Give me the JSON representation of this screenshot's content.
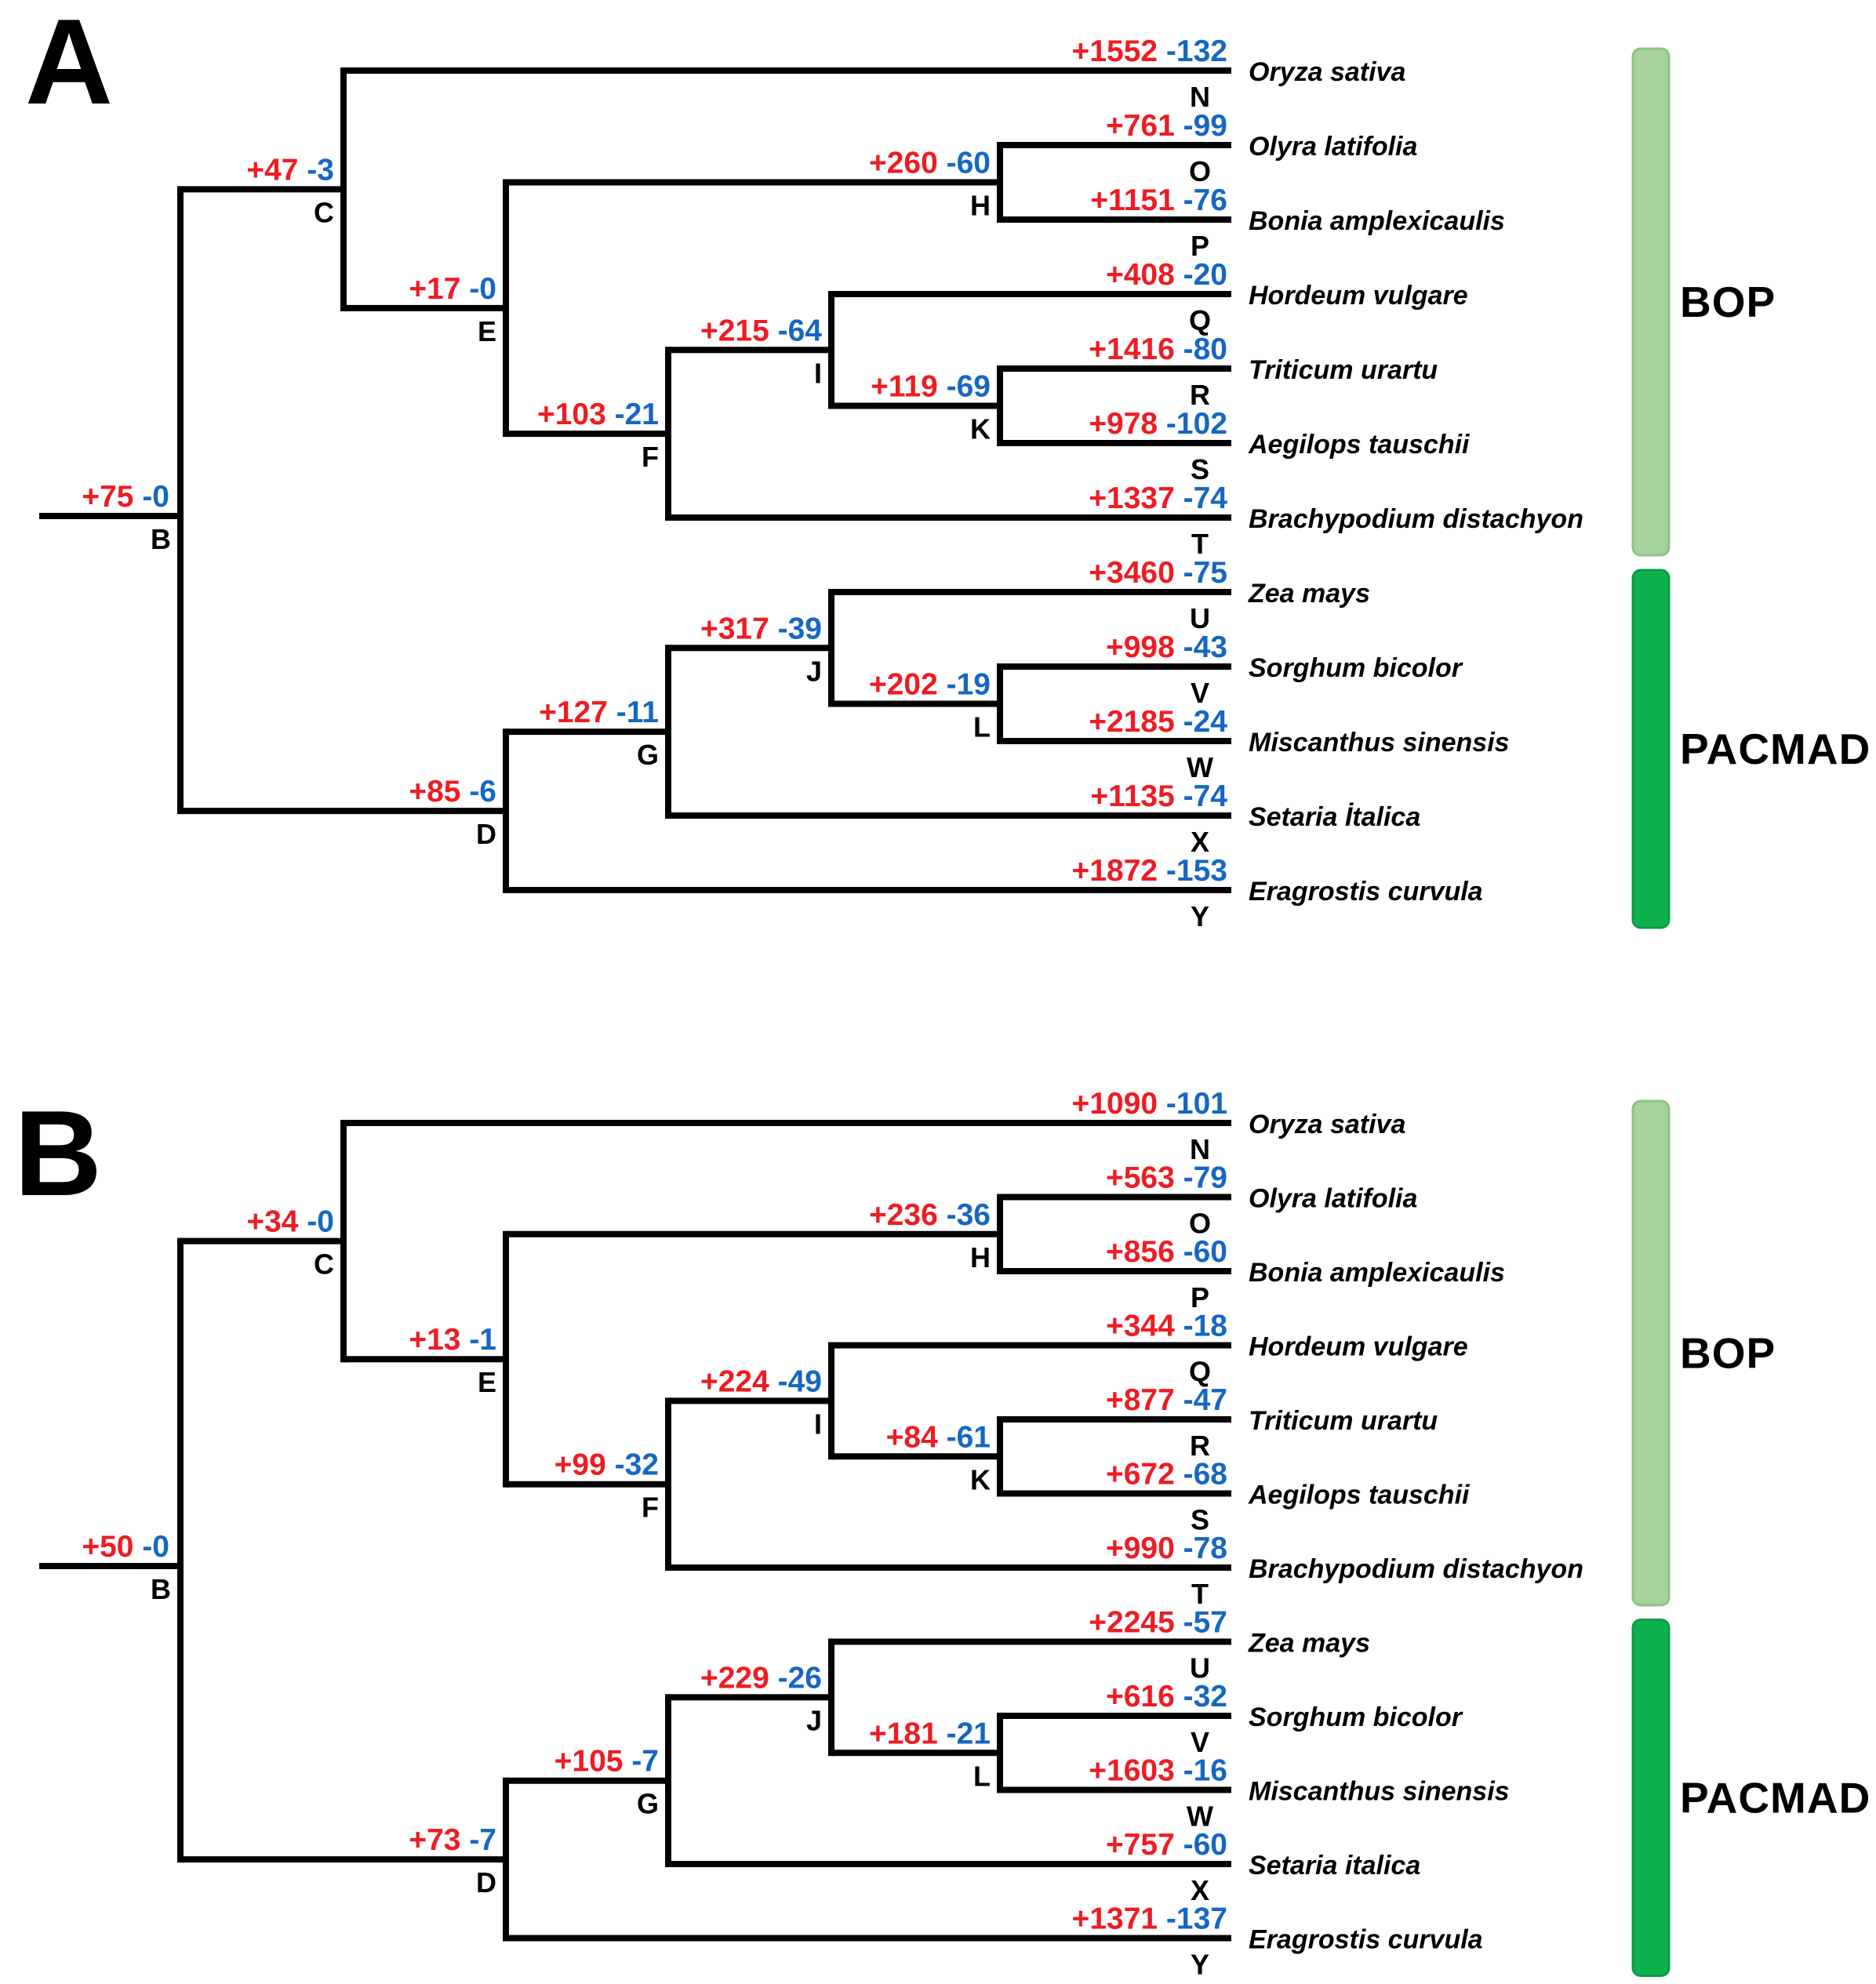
{
  "figure": {
    "colors": {
      "gain": "#ee1c23",
      "loss": "#1667c1",
      "branch": "#000000",
      "letter": "#000000",
      "species": "#000000",
      "background": "#ffffff"
    },
    "topology": {
      "root": "B",
      "children": {
        "B": [
          "C",
          "D"
        ],
        "C": [
          "N",
          "E"
        ],
        "E": [
          "H",
          "F"
        ],
        "H": [
          "O",
          "P"
        ],
        "F": [
          "I",
          "T"
        ],
        "I": [
          "Q",
          "K"
        ],
        "K": [
          "R",
          "S"
        ],
        "D": [
          "G",
          "Y"
        ],
        "G": [
          "J",
          "X"
        ],
        "J": [
          "U",
          "L"
        ],
        "L": [
          "V",
          "W"
        ]
      }
    },
    "panels": [
      {
        "label": "A",
        "nodes": {
          "B": {
            "gain": "+75",
            "loss": "-0"
          },
          "C": {
            "gain": "+47",
            "loss": "-3"
          },
          "E": {
            "gain": "+17",
            "loss": "-0"
          },
          "H": {
            "gain": "+260",
            "loss": "-60"
          },
          "F": {
            "gain": "+103",
            "loss": "-21"
          },
          "I": {
            "gain": "+215",
            "loss": "-64"
          },
          "K": {
            "gain": "+119",
            "loss": "-69"
          },
          "D": {
            "gain": "+85",
            "loss": "-6"
          },
          "G": {
            "gain": "+127",
            "loss": "-11"
          },
          "J": {
            "gain": "+317",
            "loss": "-39"
          },
          "L": {
            "gain": "+202",
            "loss": "-19"
          },
          "N": {
            "gain": "+1552",
            "loss": "-132"
          },
          "O": {
            "gain": "+761",
            "loss": "-99"
          },
          "P": {
            "gain": "+1151",
            "loss": "-76"
          },
          "Q": {
            "gain": "+408",
            "loss": "-20"
          },
          "R": {
            "gain": "+1416",
            "loss": "-80"
          },
          "S": {
            "gain": "+978",
            "loss": "-102"
          },
          "T": {
            "gain": "+1337",
            "loss": "-74"
          },
          "U": {
            "gain": "+3460",
            "loss": "-75"
          },
          "V": {
            "gain": "+998",
            "loss": "-43"
          },
          "W": {
            "gain": "+2185",
            "loss": "-24"
          },
          "X": {
            "gain": "+1135",
            "loss": "-74"
          },
          "Y": {
            "gain": "+1872",
            "loss": "-153"
          }
        },
        "species": {
          "N": "Oryza sativa",
          "O": "Olyra latifolia",
          "P": "Bonia amplexicaulis",
          "Q": "Hordeum vulgare",
          "R": "Triticum urartu",
          "S": "Aegilops tauschii",
          "T": "Brachypodium distachyon",
          "U": "Zea mays",
          "V": "Sorghum bicolor",
          "W": "Miscanthus sinensis",
          "X": "Setaria İtalica",
          "Y": "Eragrostis curvula"
        },
        "clades": [
          {
            "name": "BOP",
            "fill": "#a5d39b",
            "stroke": "#8cc580",
            "first_tip": "N",
            "last_tip": "T"
          },
          {
            "name": "PACMAD",
            "fill": "#0db24f",
            "stroke": "#0a9c44",
            "first_tip": "U",
            "last_tip": "Y"
          }
        ]
      },
      {
        "label": "B",
        "nodes": {
          "B": {
            "gain": "+50",
            "loss": "-0"
          },
          "C": {
            "gain": "+34",
            "loss": "-0"
          },
          "E": {
            "gain": "+13",
            "loss": "-1"
          },
          "H": {
            "gain": "+236",
            "loss": "-36"
          },
          "F": {
            "gain": "+99",
            "loss": "-32"
          },
          "I": {
            "gain": "+224",
            "loss": "-49"
          },
          "K": {
            "gain": "+84",
            "loss": "-61"
          },
          "D": {
            "gain": "+73",
            "loss": "-7"
          },
          "G": {
            "gain": "+105",
            "loss": "-7"
          },
          "J": {
            "gain": "+229",
            "loss": "-26"
          },
          "L": {
            "gain": "+181",
            "loss": "-21"
          },
          "N": {
            "gain": "+1090",
            "loss": "-101"
          },
          "O": {
            "gain": "+563",
            "loss": "-79"
          },
          "P": {
            "gain": "+856",
            "loss": "-60"
          },
          "Q": {
            "gain": "+344",
            "loss": "-18"
          },
          "R": {
            "gain": "+877",
            "loss": "-47"
          },
          "S": {
            "gain": "+672",
            "loss": "-68"
          },
          "T": {
            "gain": "+990",
            "loss": "-78"
          },
          "U": {
            "gain": "+2245",
            "loss": "-57"
          },
          "V": {
            "gain": "+616",
            "loss": "-32"
          },
          "W": {
            "gain": "+1603",
            "loss": "-16"
          },
          "X": {
            "gain": "+757",
            "loss": "-60"
          },
          "Y": {
            "gain": "+1371",
            "loss": "-137"
          }
        },
        "species": {
          "N": "Oryza sativa",
          "O": "Olyra latifolia",
          "P": "Bonia amplexicaulis",
          "Q": "Hordeum vulgare",
          "R": "Triticum urartu",
          "S": "Aegilops tauschii",
          "T": "Brachypodium distachyon",
          "U": "Zea mays",
          "V": "Sorghum bicolor",
          "W": "Miscanthus sinensis",
          "X": "Setaria italica",
          "Y": "Eragrostis curvula"
        },
        "clades": [
          {
            "name": "BOP",
            "fill": "#a5d39b",
            "stroke": "#8cc580",
            "first_tip": "N",
            "last_tip": "T"
          },
          {
            "name": "PACMAD",
            "fill": "#0db24f",
            "stroke": "#0a9c44",
            "first_tip": "U",
            "last_tip": "Y"
          }
        ]
      }
    ]
  }
}
